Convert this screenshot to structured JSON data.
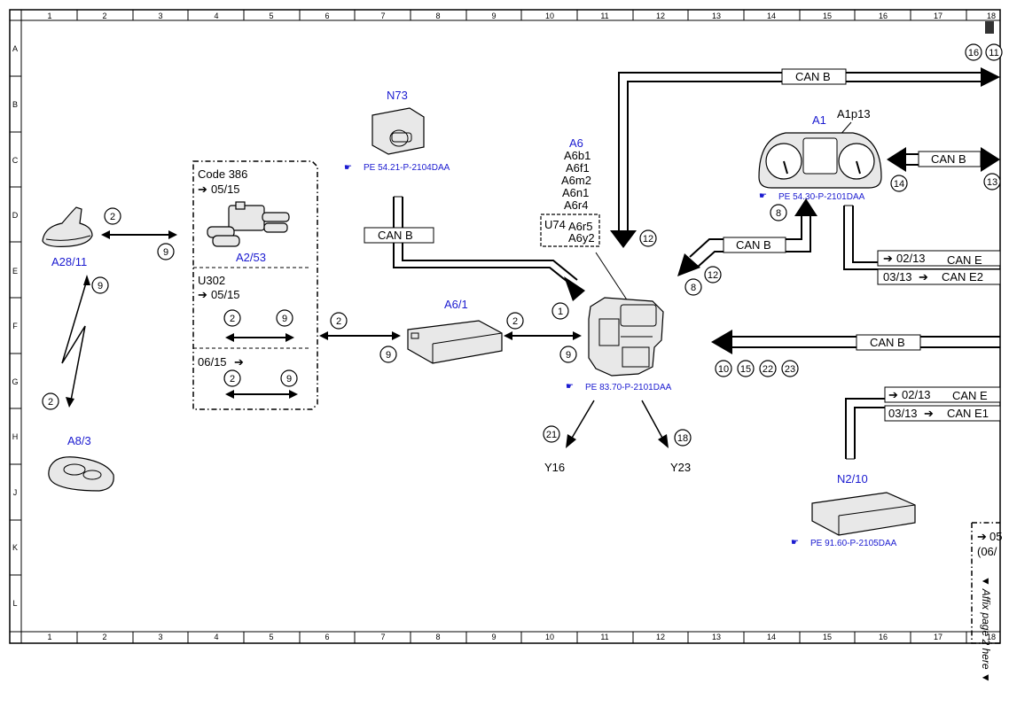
{
  "grid": {
    "columns": [
      "1",
      "2",
      "3",
      "4",
      "5",
      "6",
      "7",
      "8",
      "9",
      "10",
      "11",
      "12",
      "13",
      "14",
      "15",
      "16",
      "17",
      "18"
    ],
    "rows": [
      "A",
      "B",
      "C",
      "D",
      "E",
      "F",
      "G",
      "H",
      "J",
      "K",
      "L"
    ]
  },
  "components": {
    "a28_11": "A28/11",
    "a8_3": "A8/3",
    "a2_53": "A2/53",
    "n73": "N73",
    "n73_ref": "PE 54.21-P-2104DAA",
    "a6_1": "A6/1",
    "a6": "A6",
    "a6_subs": [
      "A6b1",
      "A6f1",
      "A6m2",
      "A6n1",
      "A6r4"
    ],
    "u74": "U74",
    "u74_subs": [
      "A6r5",
      "A6y2"
    ],
    "a6_ref": "PE 83.70-P-2101DAA",
    "a1": "A1",
    "a1p13": "A1p13",
    "a1_ref": "PE 54.30-P-2101DAA",
    "n2_10": "N2/10",
    "n2_10_ref": "PE 91.60-P-2105DAA",
    "y16": "Y16",
    "y23": "Y23"
  },
  "options": {
    "code386": "Code 386",
    "code386_from": "05/15",
    "u302": "U302",
    "u302_from": "05/15",
    "upto_0615": "06/15"
  },
  "buses": {
    "can_b": "CAN B",
    "can_e": "CAN E",
    "can_e1": "CAN E1",
    "can_e2": "CAN E2",
    "d0213": "02/13",
    "d0313": "03/13"
  },
  "circles": {
    "c1": "1",
    "c2": "2",
    "c8": "8",
    "c9": "9",
    "c10": "10",
    "c11": "11",
    "c12": "12",
    "c13": "13",
    "c14": "14",
    "c15": "15",
    "c16": "16",
    "c18": "18",
    "c21": "21",
    "c22": "22",
    "c23": "23"
  },
  "side_note": {
    "partial_top": "05",
    "partial_bottom": "(06/",
    "affix": "▼ Affix page 2 here ▼"
  }
}
